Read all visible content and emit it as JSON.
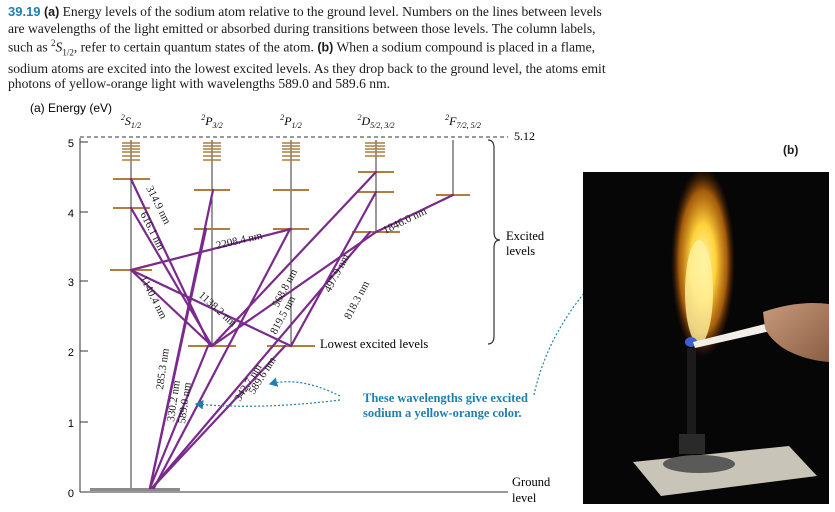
{
  "caption": {
    "number": "39.19",
    "line1_a": "(a)",
    "line1_b": " Energy levels of the sodium atom relative to the ground level. Numbers on the lines between levels",
    "line2": "are wavelengths of the light emitted or absorbed during transitions between those levels. The column labels,",
    "line3_pre": "such as ",
    "line3_state": "S",
    "line3_sup": "2",
    "line3_sub": "1/2",
    "line3_post": ", refer to certain quantum states of the atom. ",
    "line3_b": "(b)",
    "line3_end": " When a sodium compound is placed in a flame,",
    "line4": "sodium atoms are excited into the lowest excited levels. As they drop back to the ground level, the atoms emit",
    "line5": "photons of yellow-orange light with wavelengths 589.0 and 589.6 nm."
  },
  "panel_a": {
    "label": "(a) Energy (eV)",
    "y_ticks": [
      "0",
      "1",
      "2",
      "3",
      "4",
      "5"
    ],
    "columns": [
      {
        "sup": "2",
        "main": "S",
        "sub": "1/2"
      },
      {
        "sup": "2",
        "main": "P",
        "sub": "3/2"
      },
      {
        "sup": "2",
        "main": "P",
        "sub": "1/2"
      },
      {
        "sup": "2",
        "main": "D",
        "sub": "5/2, 3/2"
      },
      {
        "sup": "2",
        "main": "F",
        "sub": "7/2, 5/2"
      }
    ],
    "ionization_label": "5.12",
    "wavelengths": [
      "314.9 nm",
      "616.1 nm",
      "1140.4 nm",
      "285.3 nm",
      "330.2 nm",
      "589.0 nm",
      "2208.4 nm",
      "1138.2 nm",
      "342.7 nm",
      "589.6 nm",
      "568.8 nm",
      "819.5 nm",
      "497.9 nm",
      "818.3 nm",
      "1846.0 nm"
    ],
    "excited_label_1": "Excited",
    "excited_label_2": "levels",
    "lowest_label": "Lowest excited levels",
    "note_1": "These wavelengths give excited",
    "note_2": "sodium a yellow-orange color.",
    "ground_1": "Ground",
    "ground_2": "level"
  },
  "panel_b": {
    "label": "(b)"
  },
  "colors": {
    "accent": "#1f7fb0",
    "transition": "#7a2a8c",
    "level": "#b07d3c",
    "line": "#333333"
  }
}
